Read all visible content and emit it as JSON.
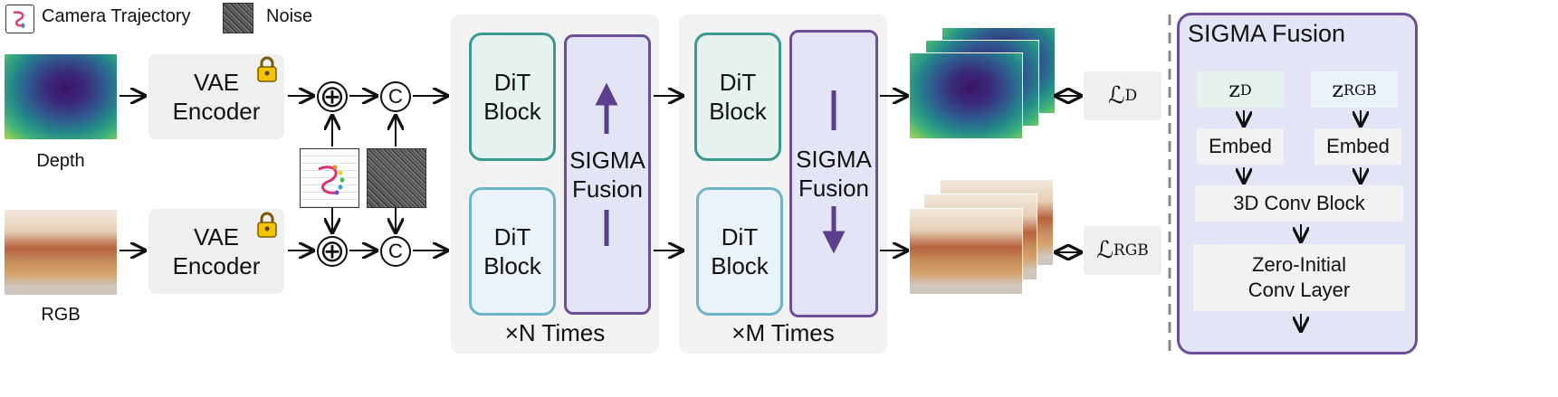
{
  "legend": {
    "camera_trajectory": "Camera Trajectory",
    "noise": "Noise"
  },
  "inputs": {
    "depth_label": "Depth",
    "rgb_label": "RGB"
  },
  "encoder": {
    "line1": "VAE",
    "line2": "Encoder"
  },
  "operators": {
    "add": "⊕",
    "concat": "C"
  },
  "dit": {
    "line1": "DiT",
    "line2": "Block"
  },
  "sigma_block": {
    "line1": "SIGMA",
    "line2": "Fusion"
  },
  "repeats": {
    "n_times": "×N Times",
    "m_times": "×M Times"
  },
  "losses": {
    "depth_base": "ℒ",
    "depth_sub": "D",
    "rgb_base": "ℒ",
    "rgb_sub": "RGB"
  },
  "fusion_panel": {
    "title": "SIGMA Fusion",
    "z_base": "z",
    "z_depth_sub": "D",
    "z_rgb_sub": "RGB",
    "embed": "Embed",
    "conv3d": "3D Conv Block",
    "zero_line1": "Zero-Initial",
    "zero_line2": "Conv Layer"
  },
  "colors": {
    "dit_depth_border": "#3a9a90",
    "dit_rgb_border": "#6fb3c9",
    "sigma_border": "#6b4f98",
    "sigma_fill": "#e3e5f7",
    "arrow_purple": "#5b3f8c"
  },
  "icons": {
    "lock": "lock-icon",
    "trajectory": "camera-trajectory-icon"
  }
}
